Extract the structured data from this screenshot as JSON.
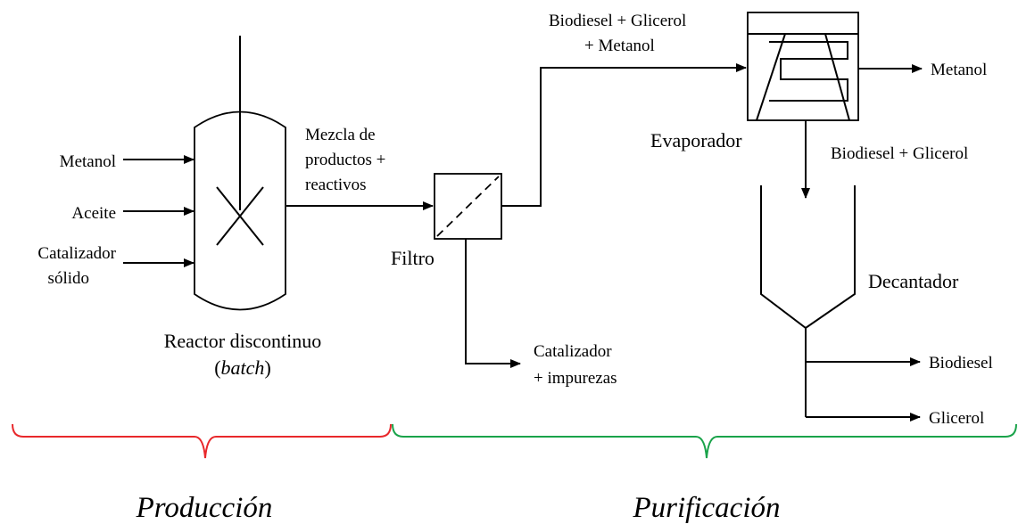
{
  "inputs": {
    "methanol": "Metanol",
    "oil": "Aceite",
    "catalyst_line1": "Catalizador",
    "catalyst_line2": "sólido"
  },
  "reactor": {
    "title": "Reactor discontinuo",
    "subtitle_open": "(",
    "subtitle_italic": "batch",
    "subtitle_close": ")"
  },
  "reactor_outlet": {
    "line1": "Mezcla de",
    "line2": "productos +",
    "line3": "reactivos"
  },
  "filter": {
    "title": "Filtro",
    "bottom_line1": "Catalizador",
    "bottom_line2": "+ impurezas"
  },
  "filter_outlet": {
    "line1": "Biodiesel + Glicerol",
    "line2": "+ Metanol"
  },
  "evaporator": {
    "title": "Evaporador",
    "top_out": "Metanol",
    "bottom_out": "Biodiesel + Glicerol"
  },
  "decanter": {
    "title": "Decantador",
    "out1": "Biodiesel",
    "out2": "Glicerol"
  },
  "sections": {
    "production": "Producción",
    "purification": "Purificación",
    "production_color": "#e8282b",
    "purification_color": "#1aa34a"
  }
}
